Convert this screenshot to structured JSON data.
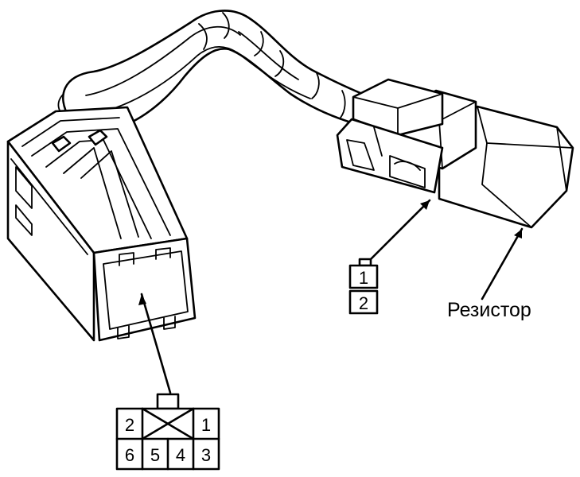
{
  "label": {
    "resistor": "Резистор"
  },
  "large_connector": {
    "pins_top": [
      "2",
      "1"
    ],
    "pins_bottom": [
      "6",
      "5",
      "4",
      "3"
    ]
  },
  "small_connector": {
    "pins": [
      "1",
      "2"
    ]
  }
}
